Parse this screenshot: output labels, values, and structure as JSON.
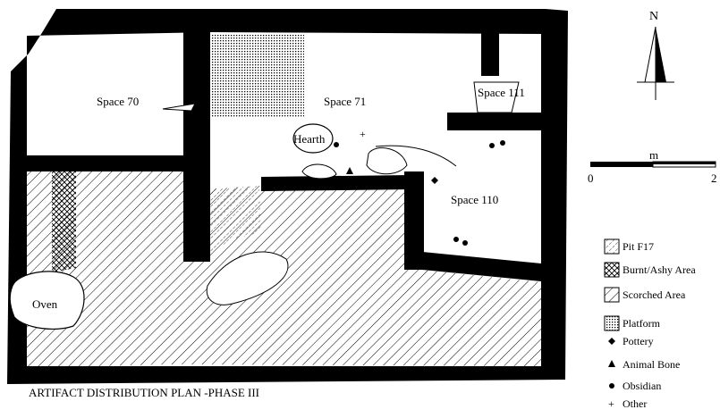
{
  "title": "ARTIFACT DISTRIBUTION PLAN -PHASE III",
  "rooms": {
    "space70": "Space 70",
    "space71": "Space 71",
    "space111": "Space 111",
    "space110": "Space 110"
  },
  "features": {
    "hearth": "Hearth",
    "oven": "Oven"
  },
  "north_arrow": {
    "label": "N"
  },
  "scale_bar": {
    "unit": "m",
    "min": "0",
    "max": "2"
  },
  "legend": {
    "pit": "Pit F17",
    "burnt": "Burnt/Ashy Area",
    "scorched": "Scorched Area",
    "platform": "Platform",
    "pottery": "Pottery",
    "bone": "Animal Bone",
    "obsidian": "Obsidian",
    "other": "Other"
  },
  "colors": {
    "ink": "#000000",
    "paper": "#ffffff"
  }
}
